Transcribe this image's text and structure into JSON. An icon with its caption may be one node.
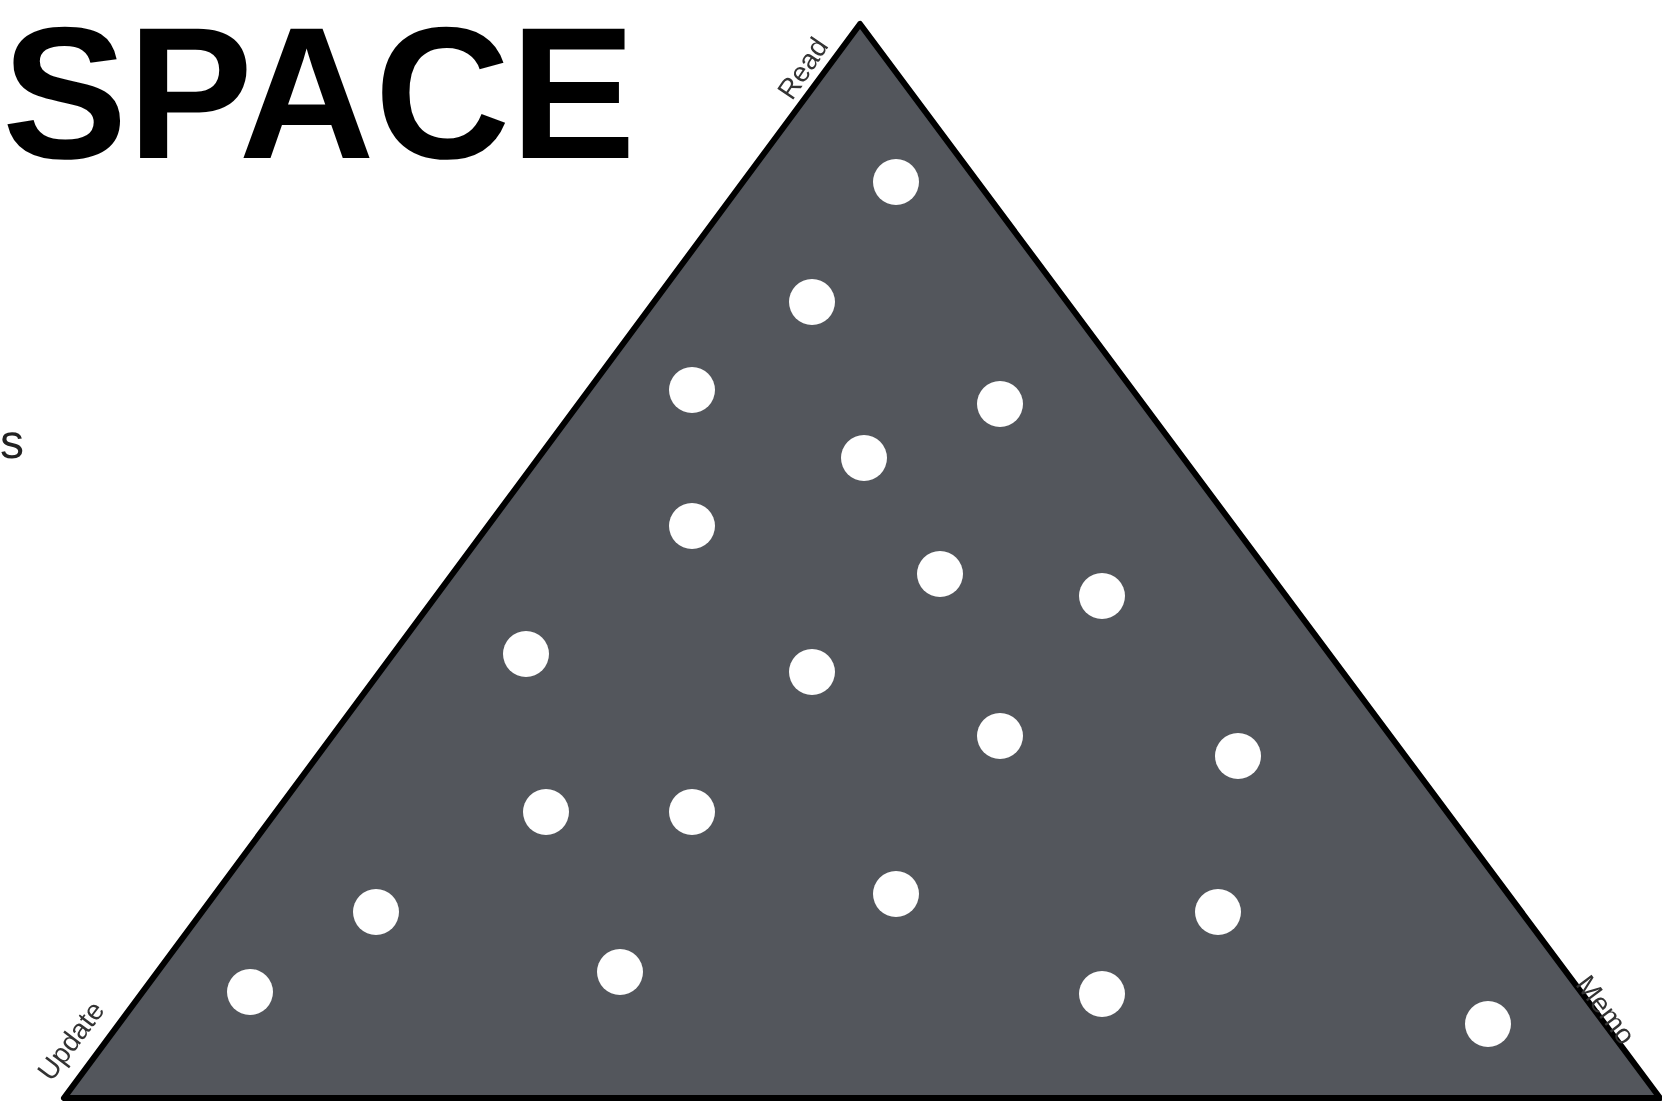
{
  "diagram": {
    "title": "SPACE",
    "labels": [
      "s",
      "Read",
      "Update",
      "Memo"
    ]
  }
}
